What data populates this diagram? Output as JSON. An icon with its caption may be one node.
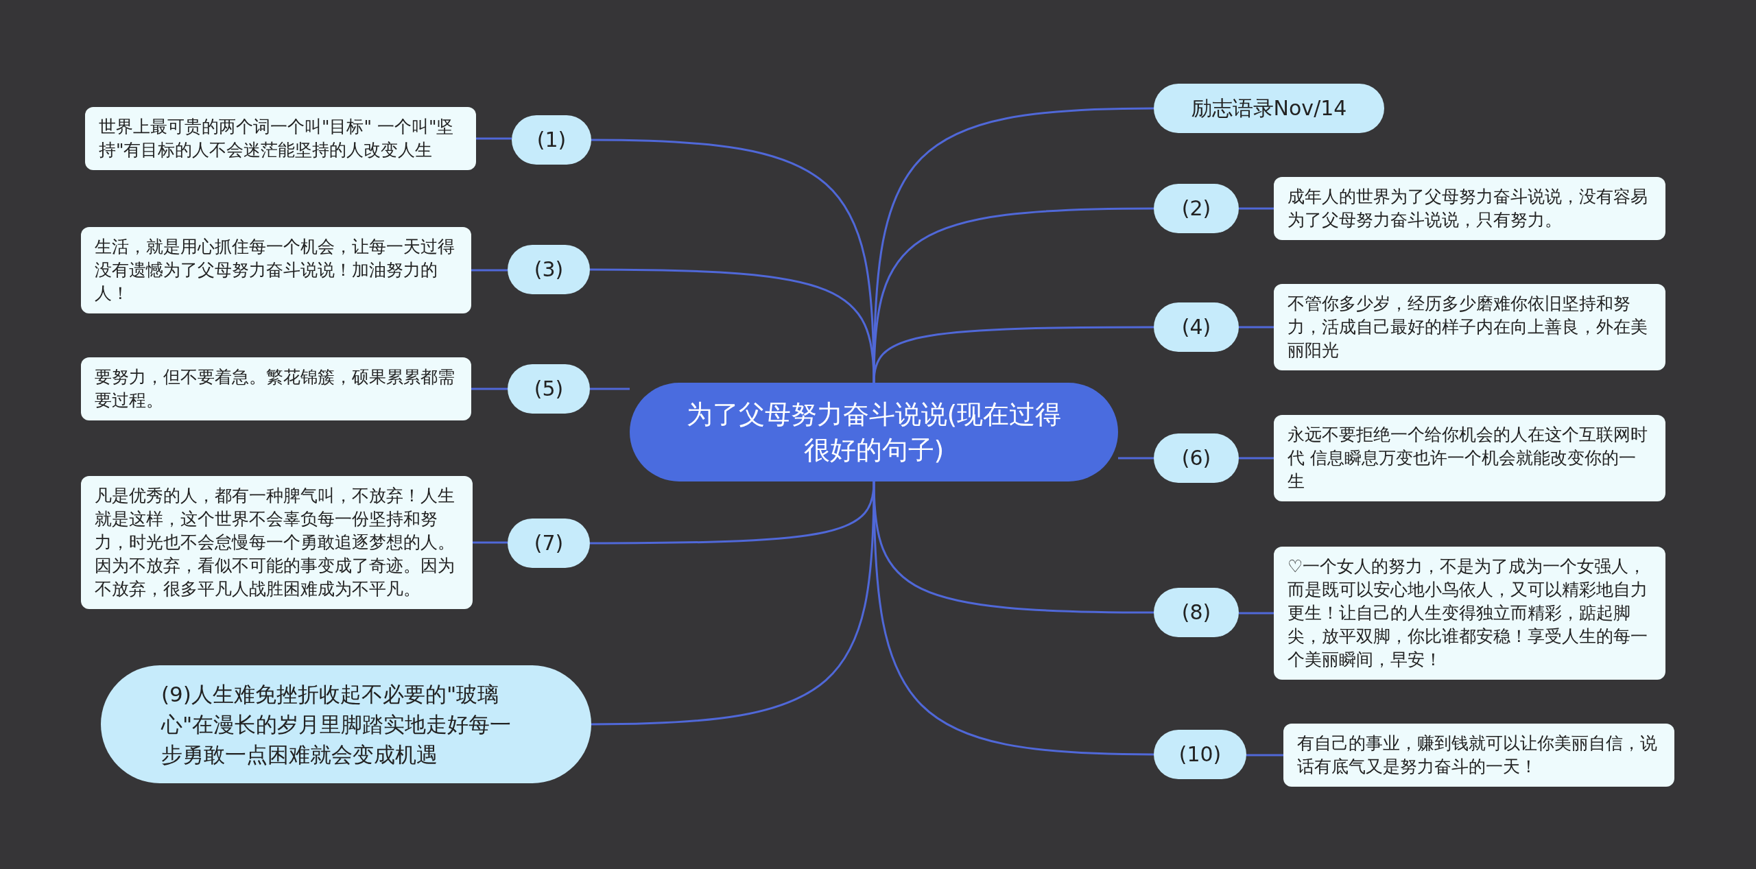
{
  "diagram": {
    "nodes": [
      {
        "text": [
          "为了父母努力奋斗说说(现在过得很好的句子)"
        ]
      },
      {
        "text": [
          "(1)"
        ]
      },
      {
        "text": [
          "世界上最可贵的两个词一个叫\"目标\" 一个叫\"坚持\"有目标的人不会迷茫能坚持的人改变人生"
        ]
      },
      {
        "text": [
          "(3)"
        ]
      },
      {
        "text": [
          "生活，就是用心抓住每一个机会，让每一天过得没有遗憾为了父母努力奋斗说说！加油努力的人！"
        ]
      },
      {
        "text": [
          "(5)"
        ]
      },
      {
        "text": [
          "要努力，但不要着急。繁花锦簇，硕果累累都需要过程。"
        ]
      },
      {
        "text": [
          "(7)"
        ]
      },
      {
        "text": [
          "凡是优秀的人，都有一种脾气叫，不放弃！人生就是这样，这个世界不会辜负每一份坚持和努力，时光也不会怠慢每一个勇敢追逐梦想的人。因为不放弃，看似不可能的事变成了奇迹。因为不放弃，很多平凡人战胜困难成为不平凡。"
        ]
      },
      {
        "text": [
          "(9)人生难免挫折收起不必要的\"玻璃心\"在漫长的岁月里脚踏实地走好每一步勇敢一点困难就会变成机遇"
        ]
      },
      {
        "text": [
          "励志语录Nov/14"
        ]
      },
      {
        "text": [
          "(2)"
        ]
      },
      {
        "text": [
          "成年人的世界为了父母努力奋斗说说，没有容易为了父母努力奋斗说说，只有努力。"
        ]
      },
      {
        "text": [
          "(4)"
        ]
      },
      {
        "text": [
          "不管你多少岁，经历多少磨难你依旧坚持和努力，活成自己最好的样子内在向上善良，外在美丽阳光"
        ]
      },
      {
        "text": [
          "(6)"
        ]
      },
      {
        "text": [
          "永远不要拒绝一个给你机会的人在这个互联网时代 信息瞬息万变也许一个机会就能改变你的一生"
        ]
      },
      {
        "text": [
          "(8)"
        ]
      },
      {
        "text": [
          "♡一个女人的努力，不是为了成为一个女强人，而是既可以安心地小鸟依人，又可以精彩地自力更生！让自己的人生变得独立而精彩，踮起脚尖，放平双脚，你比谁都安稳！享受人生的每一个美丽瞬间，早安！"
        ]
      },
      {
        "text": [
          "(10)"
        ]
      },
      {
        "text": [
          "有自己的事业，赚到钱就可以让你美丽自信，说话有底气又是努力奋斗的一天！"
        ]
      }
    ],
    "edges": [
      {
        "from": 0,
        "to": 1,
        "arrow": "none"
      },
      {
        "from": 1,
        "to": 2,
        "arrow": "none"
      },
      {
        "from": 0,
        "to": 3,
        "arrow": "none"
      },
      {
        "from": 3,
        "to": 4,
        "arrow": "none"
      },
      {
        "from": 0,
        "to": 5,
        "arrow": "none"
      },
      {
        "from": 5,
        "to": 6,
        "arrow": "none"
      },
      {
        "from": 0,
        "to": 7,
        "arrow": "none"
      },
      {
        "from": 7,
        "to": 8,
        "arrow": "none"
      },
      {
        "from": 0,
        "to": 9,
        "arrow": "none"
      },
      {
        "from": 0,
        "to": 10,
        "arrow": "none"
      },
      {
        "from": 0,
        "to": 11,
        "arrow": "none"
      },
      {
        "from": 11,
        "to": 12,
        "arrow": "none"
      },
      {
        "from": 0,
        "to": 13,
        "arrow": "none"
      },
      {
        "from": 13,
        "to": 14,
        "arrow": "none"
      },
      {
        "from": 0,
        "to": 15,
        "arrow": "none"
      },
      {
        "from": 15,
        "to": 16,
        "arrow": "none"
      },
      {
        "from": 0,
        "to": 17,
        "arrow": "none"
      },
      {
        "from": 17,
        "to": 18,
        "arrow": "none"
      },
      {
        "from": 0,
        "to": 19,
        "arrow": "none"
      },
      {
        "from": 19,
        "to": 20,
        "arrow": "none"
      }
    ]
  }
}
